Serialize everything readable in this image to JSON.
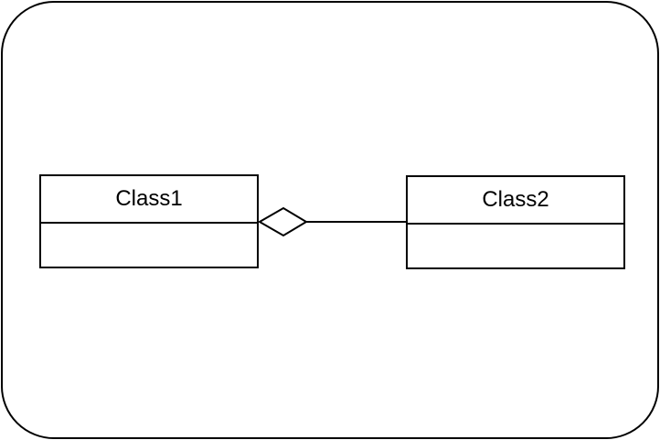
{
  "diagram": {
    "type": "uml-class-diagram",
    "classes": [
      {
        "name": "Class1",
        "attributes": []
      },
      {
        "name": "Class2",
        "attributes": []
      }
    ],
    "relationship": {
      "type": "aggregation",
      "diamond_end": "Class1",
      "plain_end": "Class2",
      "diamond_style": "hollow"
    },
    "colors": {
      "stroke": "#000000",
      "shape_fill": "#ffffff",
      "background": "#ffffff"
    }
  }
}
